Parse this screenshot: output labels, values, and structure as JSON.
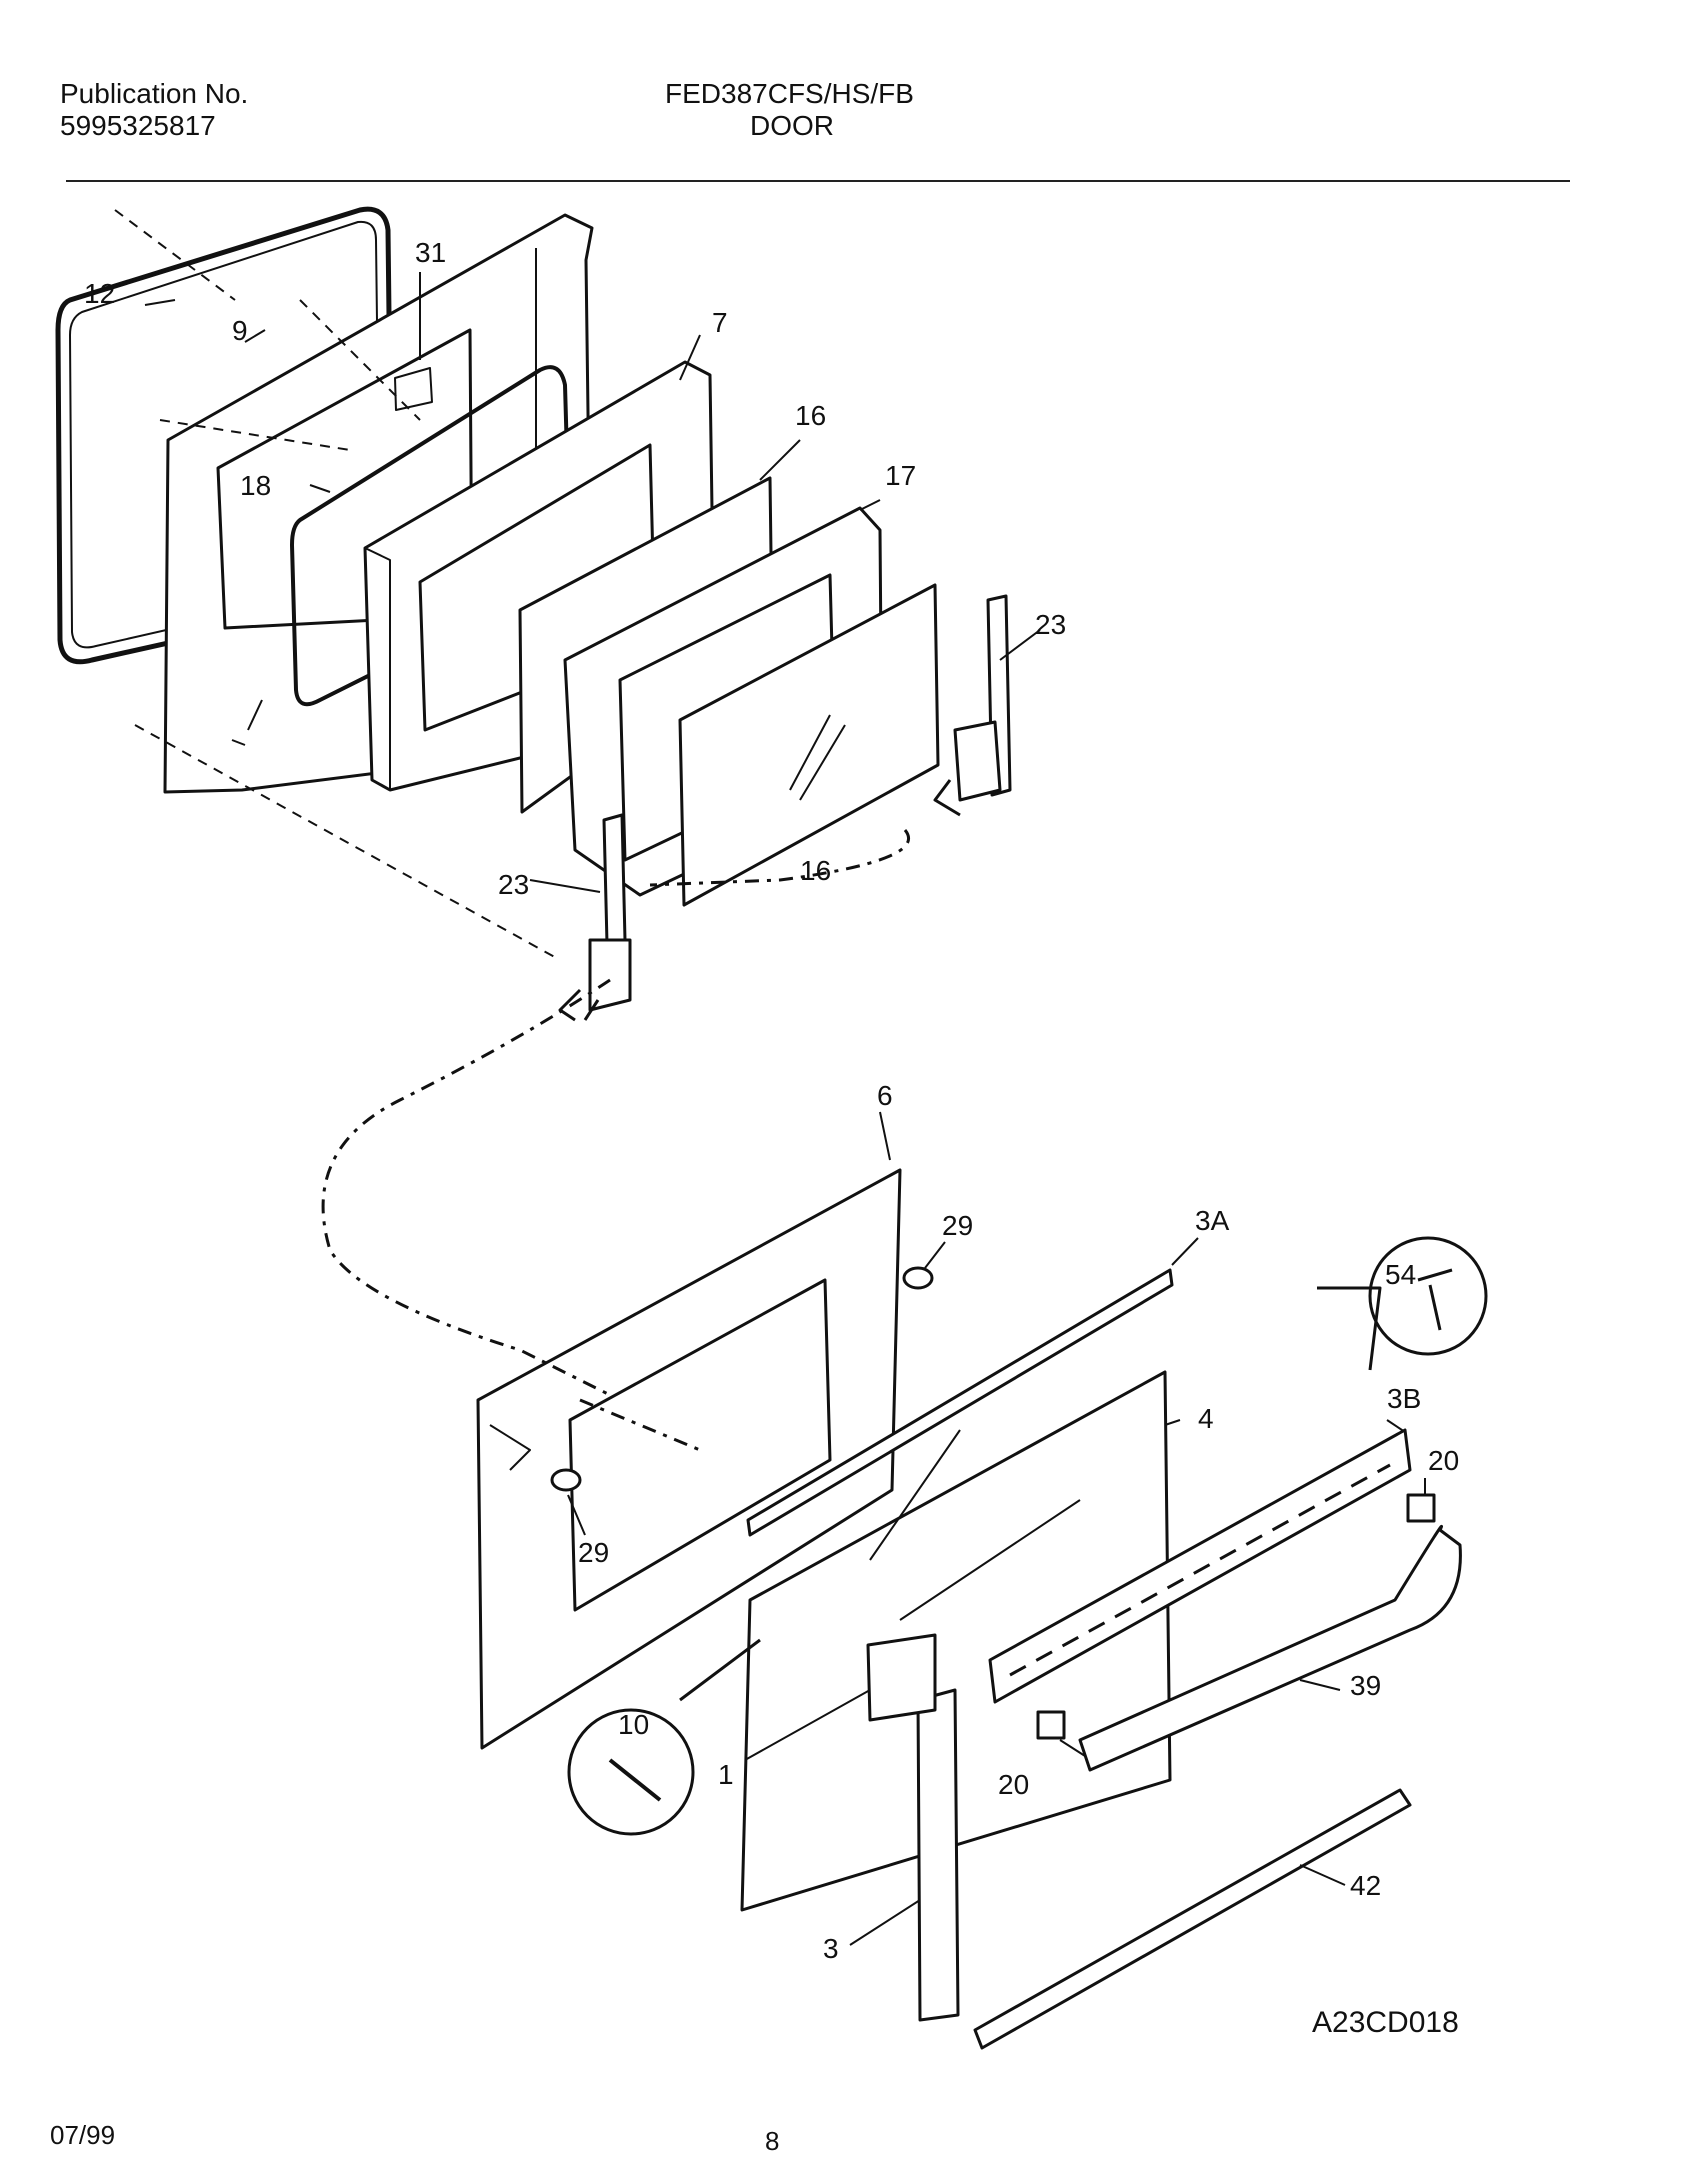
{
  "header": {
    "pub_label": "Publication No.",
    "pub_number": "5995325817",
    "model": "FED387CFS/HS/FB",
    "section": "DOOR"
  },
  "callouts": {
    "c12": "12",
    "c9": "9",
    "c31": "31",
    "c7": "7",
    "c16a": "16",
    "c17": "17",
    "c18": "18",
    "c23a": "23",
    "c23b": "23",
    "c16b": "16",
    "c6": "6",
    "c29a": "29",
    "c3A": "3A",
    "c54": "54",
    "c3B": "3B",
    "c4": "4",
    "c20a": "20",
    "c29b": "29",
    "c10": "10",
    "c1": "1",
    "c20b": "20",
    "c39": "39",
    "c42": "42",
    "c3": "3"
  },
  "figure_code": "A23CD018",
  "footer": {
    "date": "07/99",
    "page": "8"
  }
}
